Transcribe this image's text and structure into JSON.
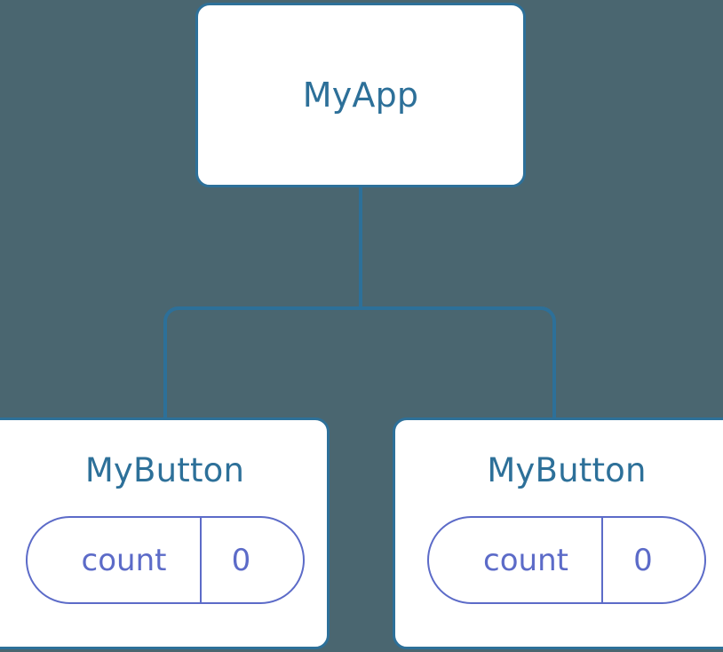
{
  "diagram": {
    "type": "component-tree",
    "background_color": "#4a6670",
    "node_fill": "#ffffff",
    "node_border_color": "#2d7099",
    "node_title_color": "#2d7099",
    "pill_color": "#5c6bc8",
    "connector_color": "#2d7099"
  },
  "root": {
    "title": "MyApp"
  },
  "children": [
    {
      "title": "MyButton",
      "state": {
        "key": "count",
        "value": "0"
      }
    },
    {
      "title": "MyButton",
      "state": {
        "key": "count",
        "value": "0"
      }
    }
  ]
}
